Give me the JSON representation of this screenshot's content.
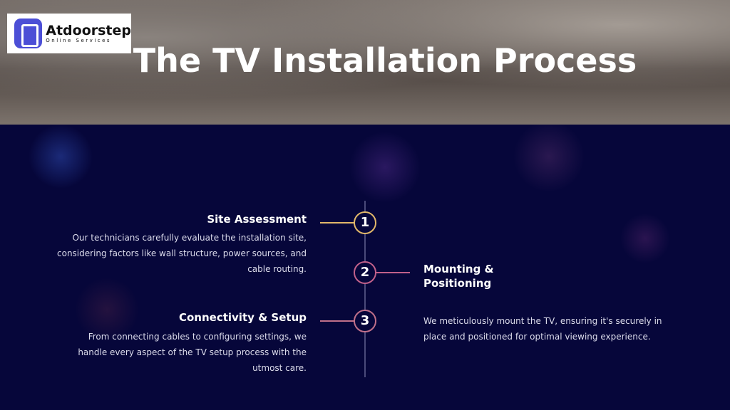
{
  "logo": {
    "name": "Atdoorstep",
    "tagline": "Online Services"
  },
  "title": "The TV Installation Process",
  "colors": {
    "step1": "#e2b86a",
    "step2": "#c0608a",
    "step3": "#c0708a"
  },
  "steps": [
    {
      "number": "1",
      "title": "Site Assessment",
      "description": "Our technicians carefully evaluate the installation site, considering factors like wall structure, power sources, and cable routing."
    },
    {
      "number": "2",
      "title": "Mounting & Positioning",
      "description": "We meticulously mount the TV, ensuring it's securely in place and positioned for optimal viewing experience."
    },
    {
      "number": "3",
      "title": "Connectivity & Setup",
      "description": "From connecting cables to configuring settings, we handle every aspect of the TV setup process with the utmost care."
    }
  ]
}
